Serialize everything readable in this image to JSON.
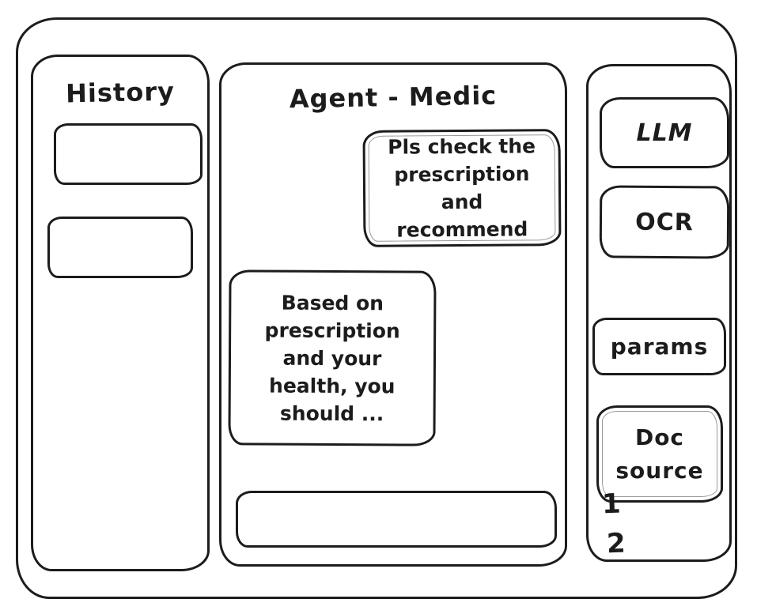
{
  "colors": {
    "ink": "#1c1c1c",
    "background": "#ffffff"
  },
  "left_panel": {
    "title": "History",
    "items": [
      {
        "label": ""
      },
      {
        "label": ""
      }
    ]
  },
  "chat_panel": {
    "title": "Agent - Medic",
    "messages": [
      {
        "role": "user",
        "text": "Pls check the prescription and recommend"
      },
      {
        "role": "assistant",
        "text": "Based on prescription and your health, you should ..."
      }
    ],
    "input": {
      "value": "",
      "placeholder": ""
    }
  },
  "right_panel": {
    "buttons": [
      {
        "label": "LLM"
      },
      {
        "label": "OCR"
      },
      {
        "label": "params"
      },
      {
        "label": "Doc source"
      }
    ],
    "footnotes": [
      "1",
      "2"
    ]
  }
}
